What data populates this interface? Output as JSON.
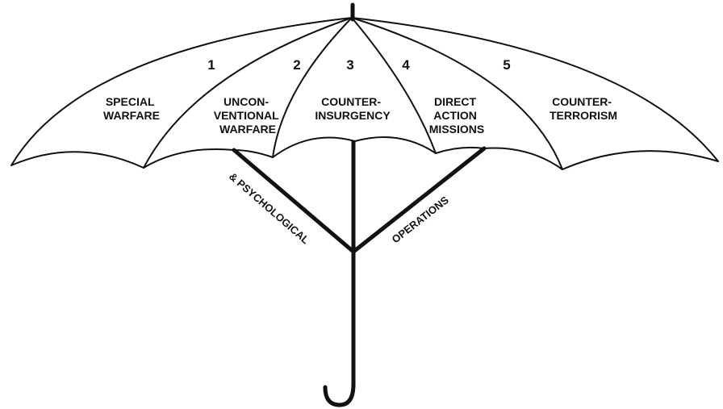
{
  "umbrella": {
    "panels": [
      {
        "number": "",
        "lines": [
          "SPECIAL",
          "WARFARE"
        ]
      },
      {
        "number": "1",
        "lines": [
          "UNCON-",
          "VENTIONAL",
          "WARFARE"
        ]
      },
      {
        "number": "2",
        "lines": []
      },
      {
        "number": "3",
        "lines": [
          "COUNTER-",
          "INSURGENCY"
        ]
      },
      {
        "number": "4",
        "lines": [
          "DIRECT",
          "ACTION",
          "MISSIONS"
        ]
      },
      {
        "number": "5",
        "lines": [
          "COUNTER-",
          "TERRORISM"
        ]
      }
    ],
    "struts": {
      "left": "& PSYCHOLOGICAL",
      "right": "OPERATIONS"
    }
  }
}
